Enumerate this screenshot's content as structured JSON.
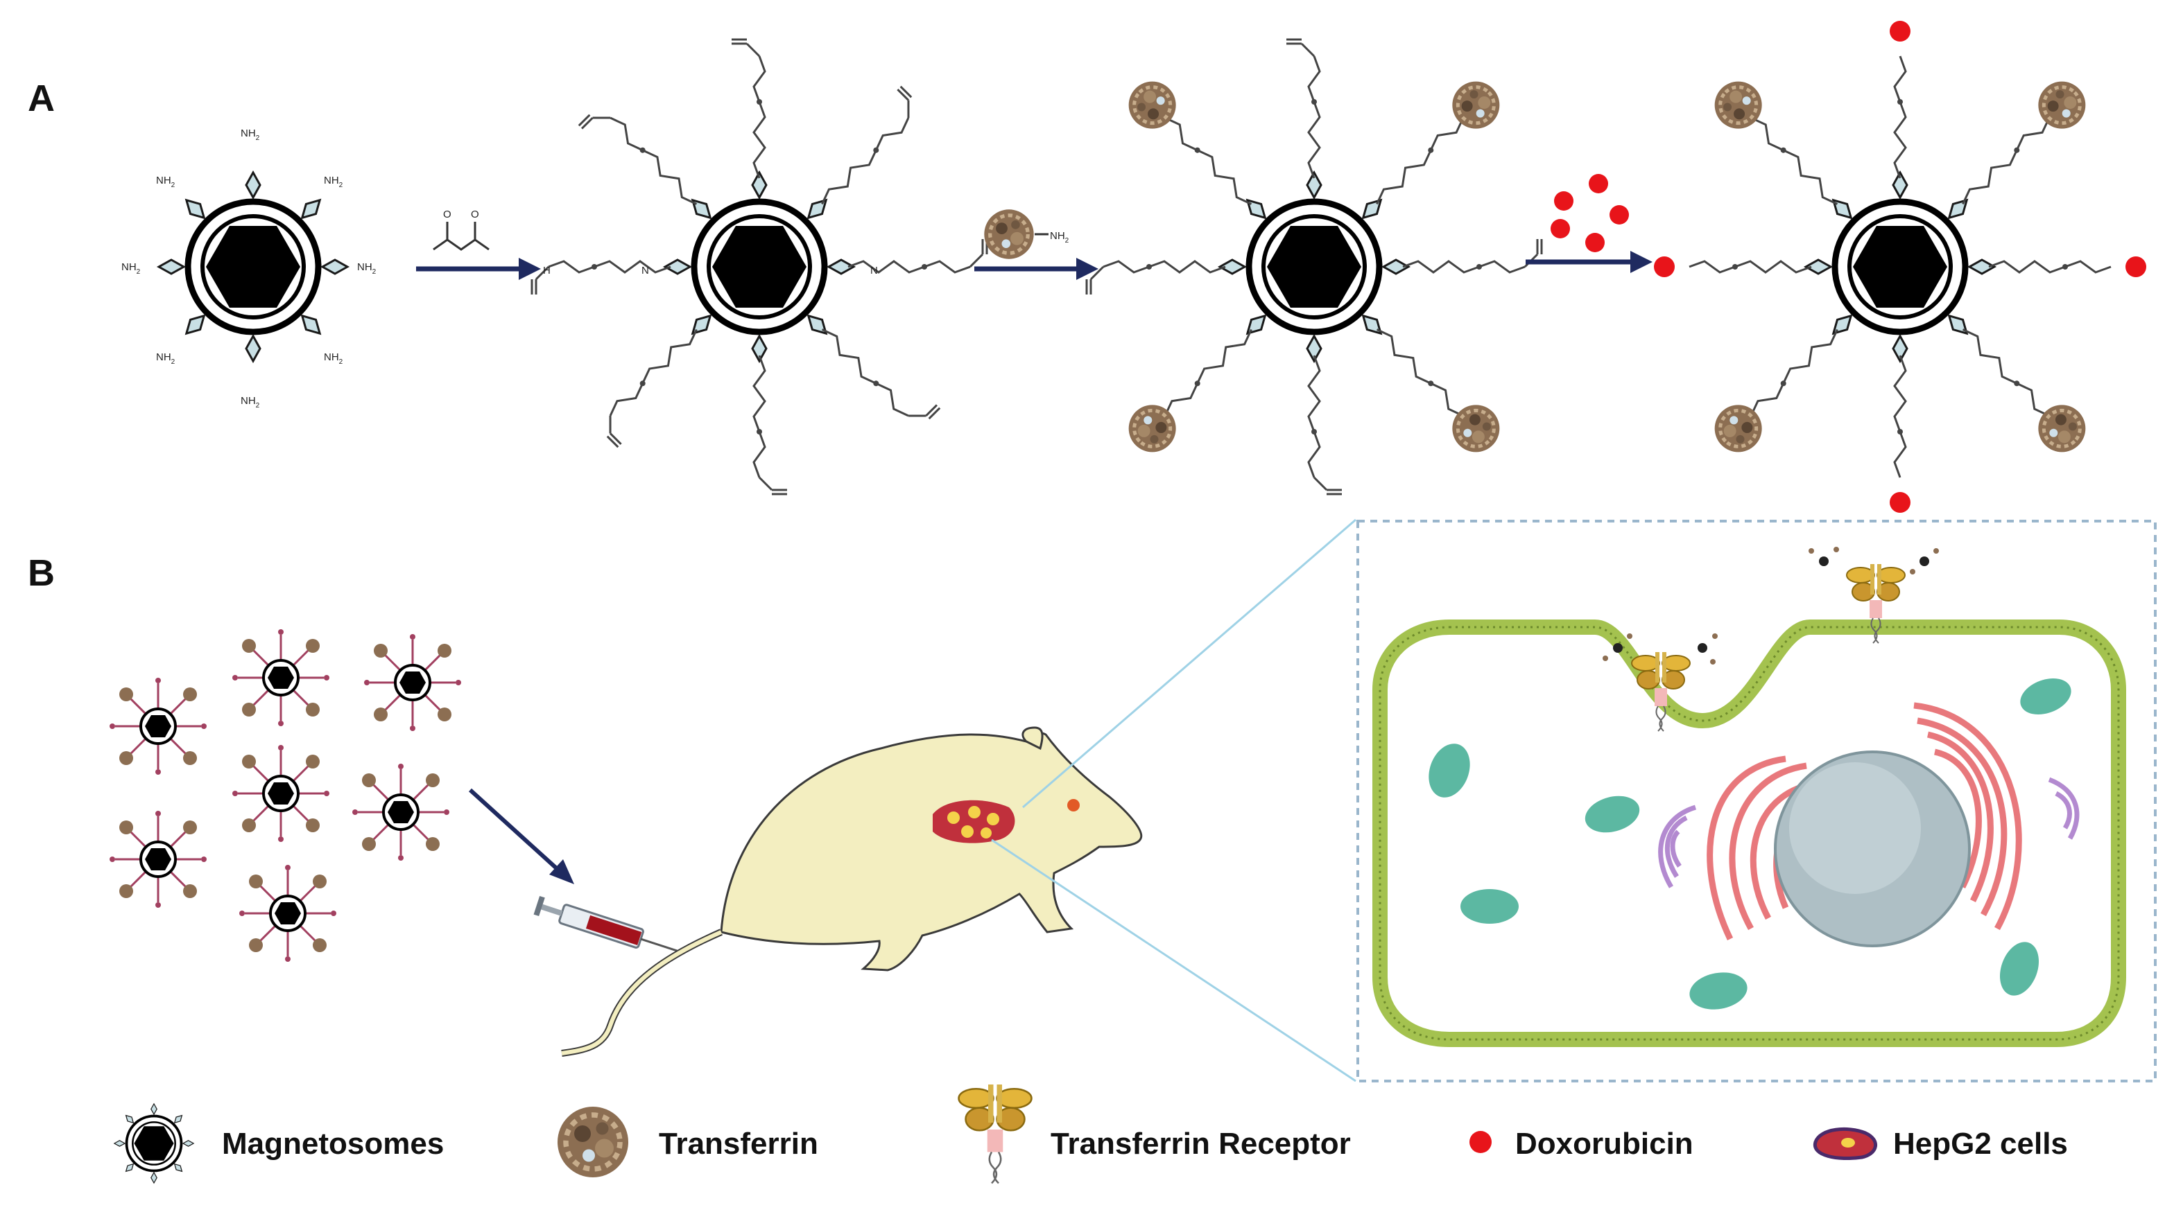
{
  "panels": {
    "a": "A",
    "b": "B"
  },
  "chem": {
    "amine": "NH",
    "amine_sub": "2",
    "aldehyde_h": "H",
    "imine_n": "N",
    "oxygen": "O"
  },
  "legend": {
    "magnetosomes": "Magnetosomes",
    "transferrin": "Transferrin",
    "receptor": "Transferrin Receptor",
    "doxorubicin": "Doxorubicin",
    "hepg2": "HepG2 cells"
  },
  "colors": {
    "core": "#000000",
    "spike": "#c9e0e5",
    "arrow": "#1f2a60",
    "dox": "#e8141a",
    "transferrin": "#8c6e52",
    "membrane": "#a4c24f",
    "mitochondria": "#5cb8a2",
    "nucleus": "#aebfc5",
    "er": "#e8787c",
    "golgi": "#b38ad0",
    "mouse": "#f3eec0",
    "tumor": "#c0303c",
    "receptor": "#e3b53a",
    "callout": "#9fd2e6"
  },
  "icons": [
    "magnetosome-icon",
    "transferrin-icon",
    "transferrin-receptor-icon",
    "doxorubicin-icon",
    "hepg2-cell-icon",
    "syringe-icon",
    "mouse-icon",
    "injection-arrow-icon"
  ]
}
